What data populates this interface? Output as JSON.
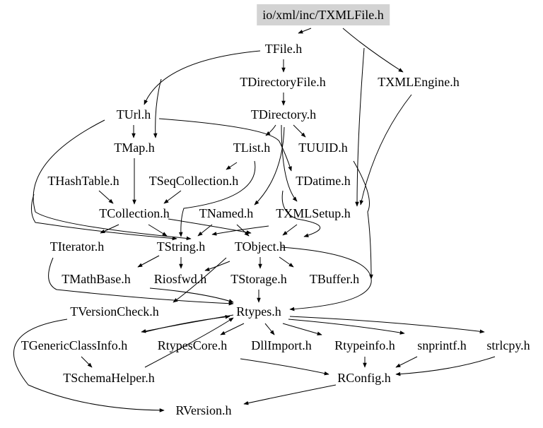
{
  "colors": {
    "root_fill": "#d3d3d3",
    "edge": "#000000"
  },
  "nodes": [
    {
      "id": "root",
      "label": "io/xml/inc/TXMLFile.h"
    },
    {
      "id": "tfile",
      "label": "TFile.h"
    },
    {
      "id": "tdirfile",
      "label": "TDirectoryFile.h"
    },
    {
      "id": "txmlengine",
      "label": "TXMLEngine.h"
    },
    {
      "id": "turl",
      "label": "TUrl.h"
    },
    {
      "id": "tdirectory",
      "label": "TDirectory.h"
    },
    {
      "id": "tmap",
      "label": "TMap.h"
    },
    {
      "id": "tlist",
      "label": "TList.h"
    },
    {
      "id": "tuuid",
      "label": "TUUID.h"
    },
    {
      "id": "thashtable",
      "label": "THashTable.h"
    },
    {
      "id": "tseqcoll",
      "label": "TSeqCollection.h"
    },
    {
      "id": "tdatime",
      "label": "TDatime.h"
    },
    {
      "id": "tcollection",
      "label": "TCollection.h"
    },
    {
      "id": "tnamed",
      "label": "TNamed.h"
    },
    {
      "id": "txmlsetup",
      "label": "TXMLSetup.h"
    },
    {
      "id": "titerator",
      "label": "TIterator.h"
    },
    {
      "id": "tstring",
      "label": "TString.h"
    },
    {
      "id": "tobject",
      "label": "TObject.h"
    },
    {
      "id": "tmathbase",
      "label": "TMathBase.h"
    },
    {
      "id": "riosfwd",
      "label": "Riosfwd.h"
    },
    {
      "id": "tstorage",
      "label": "TStorage.h"
    },
    {
      "id": "tbuffer",
      "label": "TBuffer.h"
    },
    {
      "id": "tversioncheck",
      "label": "TVersionCheck.h"
    },
    {
      "id": "rtypes",
      "label": "Rtypes.h"
    },
    {
      "id": "tgenericclassinfo",
      "label": "TGenericClassInfo.h"
    },
    {
      "id": "rtypescore",
      "label": "RtypesCore.h"
    },
    {
      "id": "dllimport",
      "label": "DllImport.h"
    },
    {
      "id": "rtypeinfo",
      "label": "Rtypeinfo.h"
    },
    {
      "id": "snprintf",
      "label": "snprintf.h"
    },
    {
      "id": "strlcpy",
      "label": "strlcpy.h"
    },
    {
      "id": "tschemahelper",
      "label": "TSchemaHelper.h"
    },
    {
      "id": "rconfig",
      "label": "RConfig.h"
    },
    {
      "id": "rversion",
      "label": "RVersion.h"
    }
  ]
}
